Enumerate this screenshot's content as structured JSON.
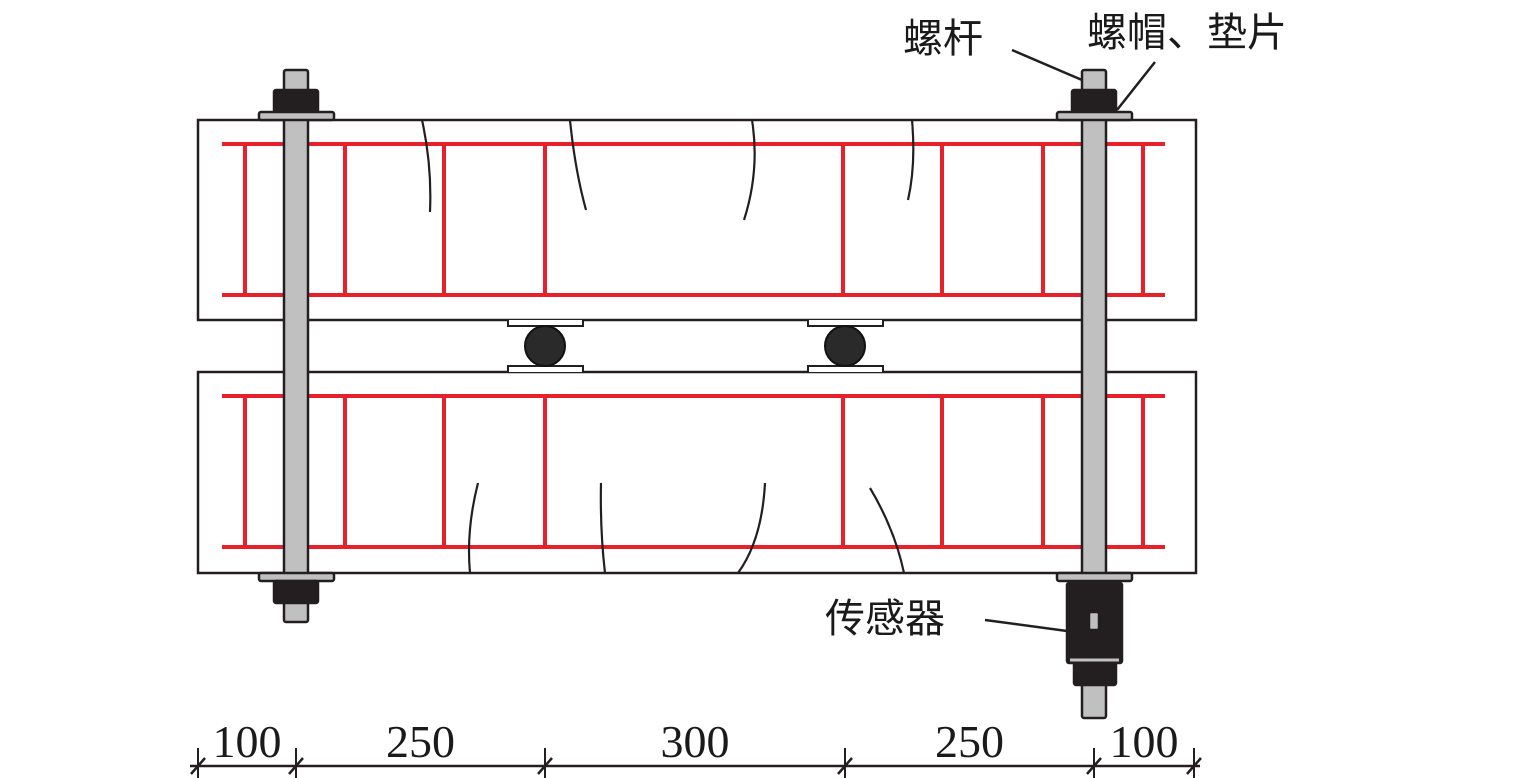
{
  "labels": {
    "bolt": "螺杆",
    "nut_washer": "螺帽、垫片",
    "sensor": "传感器"
  },
  "dimensions": [
    "100",
    "250",
    "300",
    "250",
    "100"
  ],
  "colors": {
    "rebar": "#e8202a",
    "bolt": "#c0c0c0",
    "nut": "#231f20",
    "line": "#231f20"
  }
}
